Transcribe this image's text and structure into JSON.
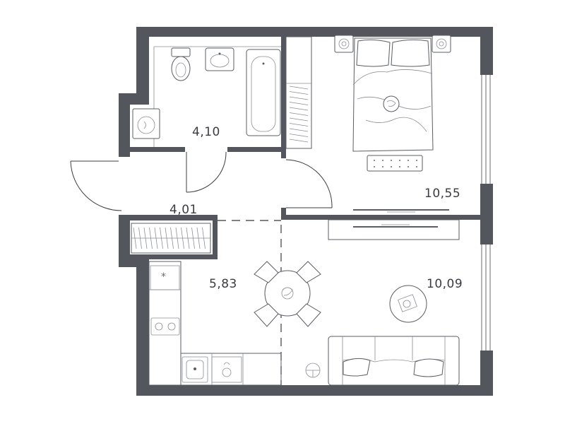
{
  "rooms": {
    "bathroom": {
      "area": "4,10"
    },
    "hallway": {
      "area": "4,01"
    },
    "bedroom": {
      "area": "10,55"
    },
    "kitchen": {
      "area": "5,83"
    },
    "living_room": {
      "area": "10,09"
    }
  },
  "colors": {
    "wall": "#53565d",
    "line": "#5a5d63",
    "text": "#3a3c42"
  }
}
